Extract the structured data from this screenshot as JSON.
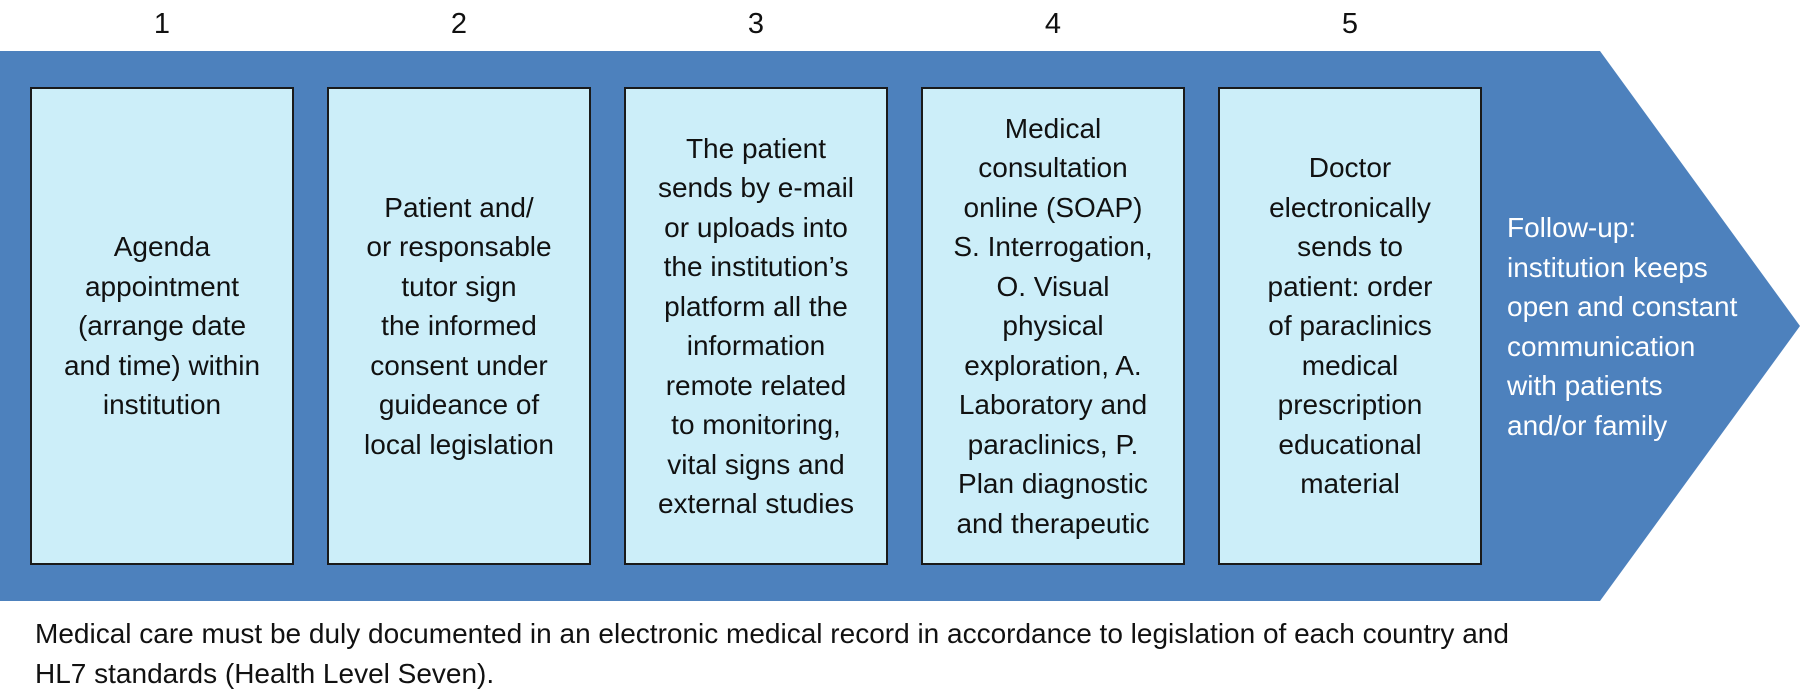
{
  "colors": {
    "arrow_fill": "#4d81bd",
    "box_fill": "#cceef9",
    "box_border": "#1a1a1a",
    "followup_text": "#ffffff"
  },
  "steps": [
    {
      "number": "1",
      "text": "Agenda\nappointment\n(arrange date\nand time) within\ninstitution"
    },
    {
      "number": "2",
      "text": "Patient and/\nor responsable\ntutor sign\nthe informed\nconsent under\nguideance of\nlocal legislation"
    },
    {
      "number": "3",
      "text": "The patient\nsends by e-mail\nor uploads into\nthe institution’s\nplatform all the\ninformation\nremote related\nto monitoring,\nvital signs and\nexternal studies"
    },
    {
      "number": "4",
      "text": "Medical\nconsultation\nonline (SOAP)\nS. Interrogation,\nO. Visual\nphysical\nexploration, A.\nLaboratory and\nparaclinics, P.\nPlan diagnostic\nand therapeutic"
    },
    {
      "number": "5",
      "text": "Doctor\nelectronically\nsends to\npatient: order\nof paraclinics\nmedical\nprescription\neducational\nmaterial"
    }
  ],
  "followup": "Follow-up:\ninstitution keeps\nopen and constant\ncommunication\nwith patients\nand/or family",
  "footer_note": "Medical care must be duly documented in an electronic medical record in accordance to legislation of each country and\nHL7 standards (Health Level Seven)."
}
